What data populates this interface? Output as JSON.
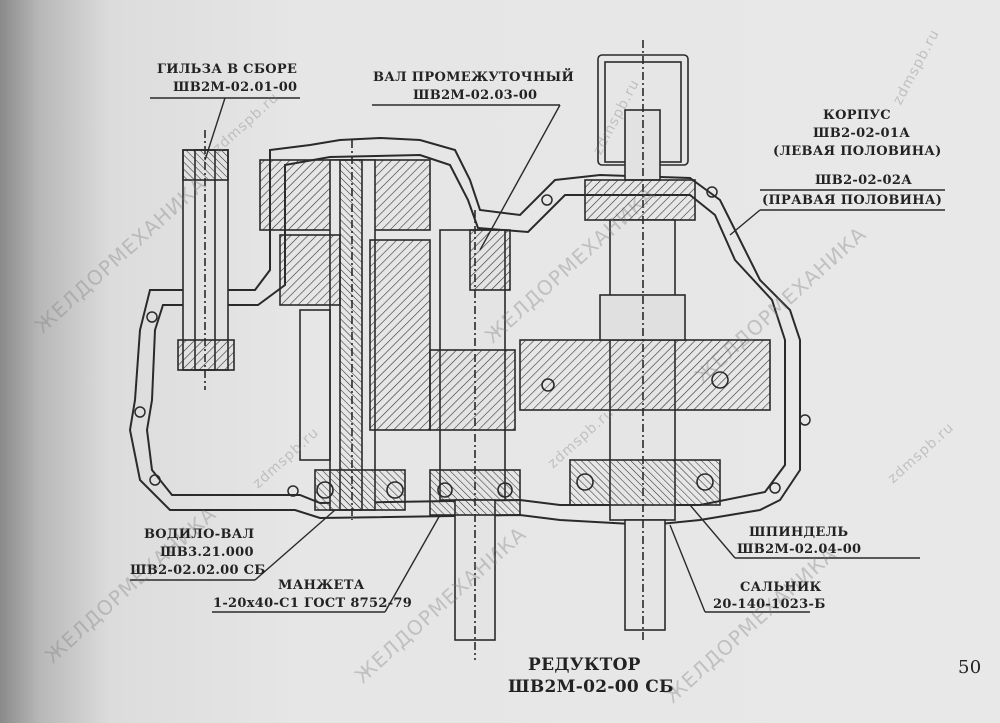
{
  "labels": {
    "gilza_title": "ГИЛЬЗА В СБОРЕ",
    "gilza_code": "ШВ2М-02.01-00",
    "val_title": "ВАЛ ПРОМЕЖУТОЧНЫЙ",
    "val_code": "ШВ2М-02.03-00",
    "korpus_title": "КОРПУС",
    "korpus_code_left": "ШВ2-02-01А",
    "korpus_left_half": "(ЛЕВАЯ ПОЛОВИНА)",
    "korpus_code_right": "ШВ2-02-02А",
    "korpus_right_half": "(ПРАВАЯ ПОЛОВИНА)",
    "vodilo_title": "ВОДИЛО-ВАЛ",
    "vodilo_code1": "ШВ3.21.000",
    "vodilo_code2": "ШВ2-02.02.00 СБ",
    "manzheta_title": "МАНЖЕТА",
    "manzheta_code": "1-20х40-С1 ГОСТ 8752-79",
    "shpindel_title": "ШПИНДЕЛЬ",
    "shpindel_code": "ШВ2М-02.04-00",
    "salnik_title": "САЛЬНИК",
    "salnik_code": "20-140-1023-Б",
    "reduktor_title": "РЕДУКТОР",
    "reduktor_code": "ШВ2М-02-00 СБ",
    "page_number": "50"
  },
  "watermarks": {
    "brand": "ЖЕЛДОРМЕХАНИКА",
    "site": "zdmspb.ru"
  },
  "colors": {
    "ink": "#2a2a2a",
    "paper": "#e8e8e8",
    "watermark": "#8a8a8a"
  }
}
